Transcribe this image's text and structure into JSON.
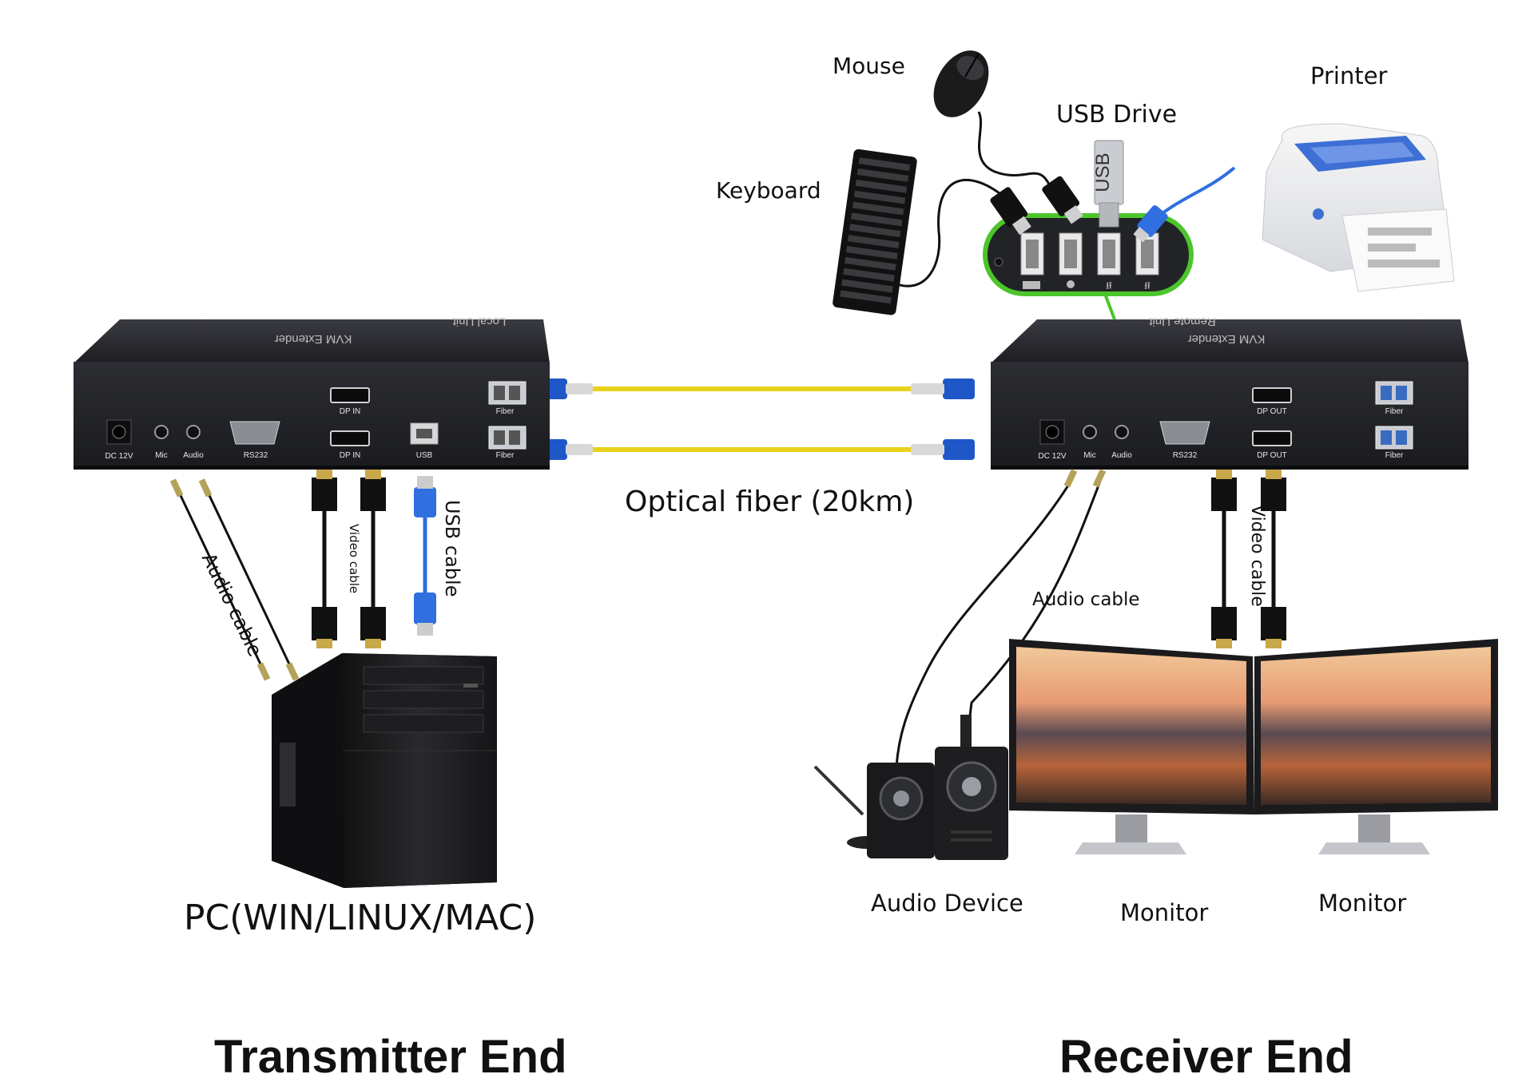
{
  "labels": {
    "mouse": "Mouse",
    "usb_drive": "USB Drive",
    "printer": "Printer",
    "keyboard": "Keyboard",
    "optical_fiber": "Optical fiber (20km)",
    "audio_cable_tx": "Audio cable",
    "video_cable_tx": "Video cable",
    "usb_cable": "USB cable",
    "audio_cable_rx": "Audio cable",
    "video_cable_rx": "Video cable",
    "pc": "PC(WIN/LINUX/MAC)",
    "audio_device": "Audio Device",
    "monitor_1": "Monitor",
    "monitor_2": "Monitor",
    "transmitter_end": "Transmitter End",
    "receiver_end": "Receiver End"
  },
  "transmitter": {
    "title": "KVM Extender",
    "subtitle": "Local Unit",
    "ports": {
      "dc": "DC 12V",
      "mic": "Mic",
      "audio": "Audio",
      "rs232": "RS232",
      "dp_in_1": "DP IN",
      "dp_in_2": "DP IN",
      "usb": "USB",
      "fiber_1": "Fiber",
      "fiber_2": "Fiber"
    }
  },
  "receiver": {
    "title": "KVM Extender",
    "subtitle": "Remote Unit",
    "ports": {
      "dc": "DC 12V",
      "mic": "Mic",
      "audio": "Audio",
      "rs232": "RS232",
      "dp_out_1": "DP OUT",
      "dp_out_2": "DP OUT",
      "fiber_1": "Fiber",
      "fiber_2": "Fiber"
    }
  },
  "usb_drive_body_text": "USB",
  "icons": {
    "mouse": "mouse-icon",
    "keyboard": "keyboard-icon",
    "usb_drive": "usb-drive-icon",
    "printer": "printer-icon",
    "usb_hub": "usb-hub-icon",
    "pc_tower": "pc-tower-icon",
    "speakers": "speaker-icon",
    "monitor": "monitor-icon"
  },
  "colors": {
    "device_body": "#2a2b30",
    "fiber_cable": "#e8d21a",
    "fiber_connector": "#1f57c9",
    "usb_cable": "#2f6fe0",
    "hub_outline": "#4cc52b",
    "cable_black": "#141414"
  }
}
